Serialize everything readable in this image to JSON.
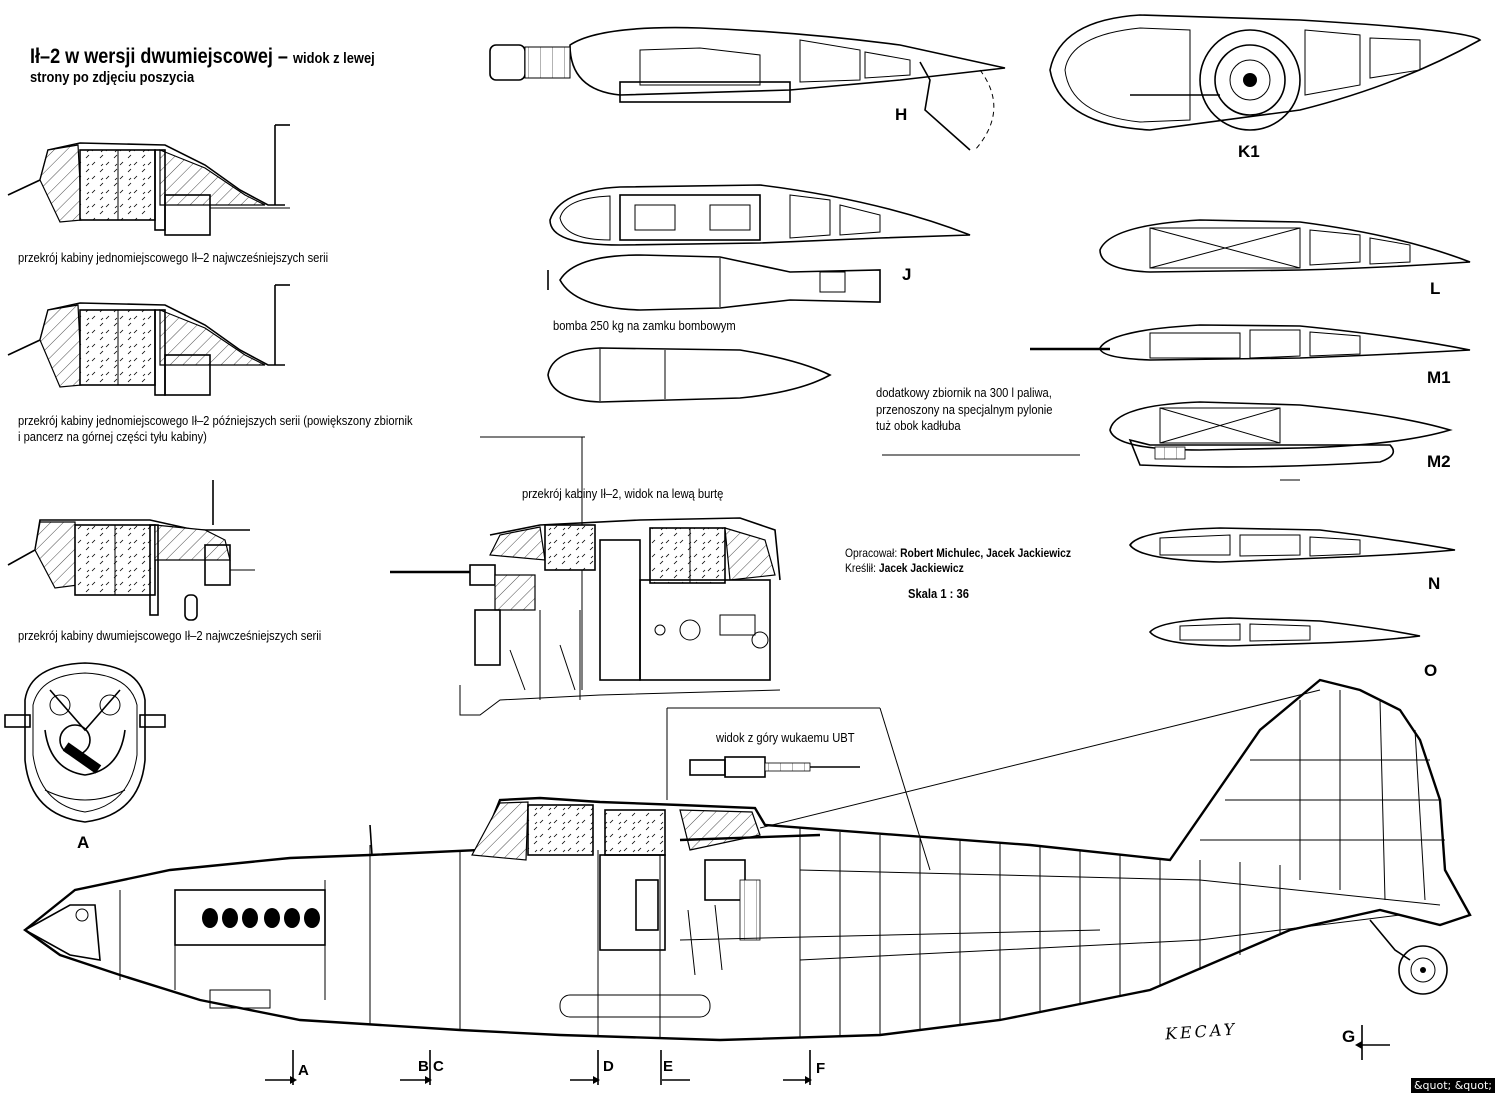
{
  "title": {
    "main": "Ił–2 w wersji dwumiejscowej –",
    "rest_inline": "widok z lewej",
    "line2": "strony po zdjęciu poszycia"
  },
  "captions": {
    "cabin_single_early": "przekrój kabiny jednomiejscowego Ił–2 najwcześniejszych serii",
    "cabin_single_late_1": "przekrój kabiny jednomiejscowego Ił–2 późniejszych serii (powiększony zbiornik",
    "cabin_single_late_2": "i pancerz na górnej części tyłu kabiny)",
    "cabin_two_seat_early": "przekrój kabiny dwumiejscowego Ił–2 najwcześniejszych serii",
    "bomb": "bomba 250 kg na zamku bombowym",
    "cabin_left_side": "przekrój kabiny Ił–2, widok na lewą burtę",
    "ubt_top_view": "widok z góry wukaemu UBT",
    "extra_tank_1": "dodatkowy zbiornik na 300 l paliwa,",
    "extra_tank_2": "przenoszony na specjalnym pylonie",
    "extra_tank_3": "tuż obok kadłuba"
  },
  "credits": {
    "drawn_by_label": "Opracował:",
    "drawn_by": "Robert Michulec, Jacek Jackiewicz",
    "traced_by_label": "Kreślił:",
    "traced_by": "Jacek Jackiewicz",
    "scale": "Skala 1 : 36"
  },
  "section_letters": {
    "H": "H",
    "K1": "K1",
    "J": "J",
    "L": "L",
    "M1": "M1",
    "M2": "M2",
    "N": "N",
    "O": "O",
    "A": "A",
    "G": "G"
  },
  "cut_markers": [
    "A",
    "B",
    "C",
    "D",
    "E",
    "F"
  ],
  "signature": "KECAY",
  "corner_tag": "&quot; &quot;"
}
